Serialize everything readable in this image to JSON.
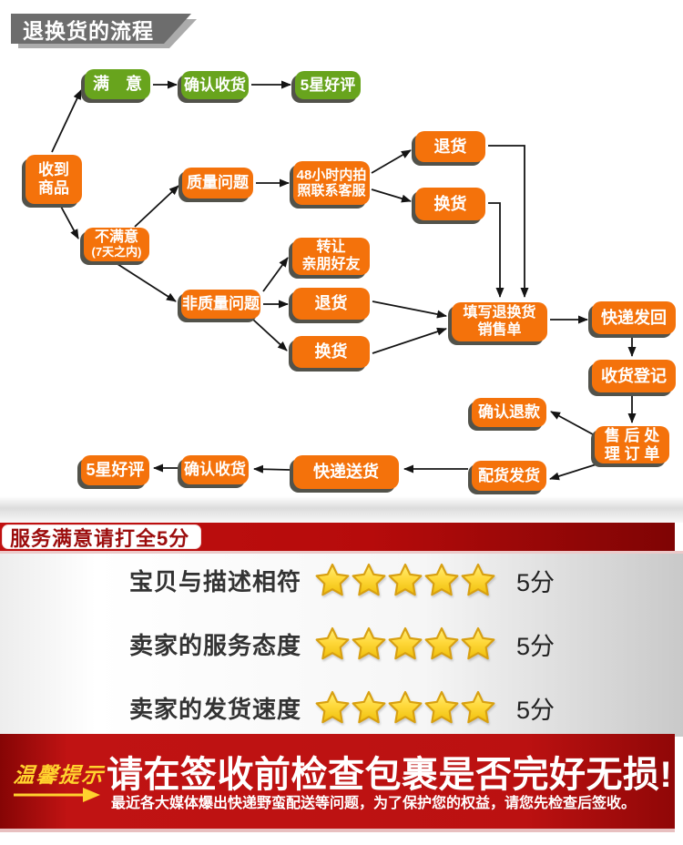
{
  "title_banner": {
    "text": "退换货的流程"
  },
  "flowchart": {
    "nodes": [
      {
        "label": "收到\n商品",
        "color": "orange"
      },
      {
        "label": "满　意",
        "color": "green"
      },
      {
        "label": "确认收货",
        "color": "green"
      },
      {
        "label": "5星好评",
        "color": "green"
      },
      {
        "label": "质量问题",
        "color": "orange"
      },
      {
        "label": "48小时内拍\n照联系客服",
        "color": "orange"
      },
      {
        "label": "退货",
        "color": "orange"
      },
      {
        "label": "换货",
        "color": "orange"
      },
      {
        "label": "不满意",
        "sublabel": "(7天之内)",
        "color": "orange"
      },
      {
        "label": "非质量问题",
        "color": "orange"
      },
      {
        "label": "转让\n亲朋好友",
        "color": "orange"
      },
      {
        "label": "退货",
        "color": "orange"
      },
      {
        "label": "换货",
        "color": "orange"
      },
      {
        "label": "填写退换货\n销售单",
        "color": "orange"
      },
      {
        "label": "快递发回",
        "color": "orange"
      },
      {
        "label": "收货登记",
        "color": "orange"
      },
      {
        "label": "确认退款",
        "color": "orange"
      },
      {
        "label": "售 后 处\n理 订 单",
        "color": "orange"
      },
      {
        "label": "配货发货",
        "color": "orange"
      },
      {
        "label": "快递送货",
        "color": "orange"
      },
      {
        "label": "确认收货",
        "color": "orange"
      },
      {
        "label": "5星好评",
        "color": "orange"
      }
    ]
  },
  "rating_section": {
    "banner": "服务满意请打全5分",
    "rows": [
      {
        "label": "宝贝与描述相符",
        "stars": 5,
        "score": "5分"
      },
      {
        "label": "卖家的服务态度",
        "stars": 5,
        "score": "5分"
      },
      {
        "label": "卖家的发货速度",
        "stars": 5,
        "score": "5分"
      }
    ]
  },
  "notice_banner": {
    "tag": "温馨提示",
    "headline": "请在签收前检查包裹是否完好无损!",
    "subtext": "最近各大媒体爆出快递野蛮配送等问题，为了保护您的权益，请您先检查后签收。"
  },
  "colors": {
    "node_orange": "#f4720b",
    "node_green": "#68a41d",
    "node_shadow": "#52524a",
    "banner_gray": "#6d6d6d",
    "red_bar": "#b60b0b",
    "notice_red": "#bb1111",
    "gold": "#ffd22e",
    "star_yellow": "#f5c60a"
  }
}
